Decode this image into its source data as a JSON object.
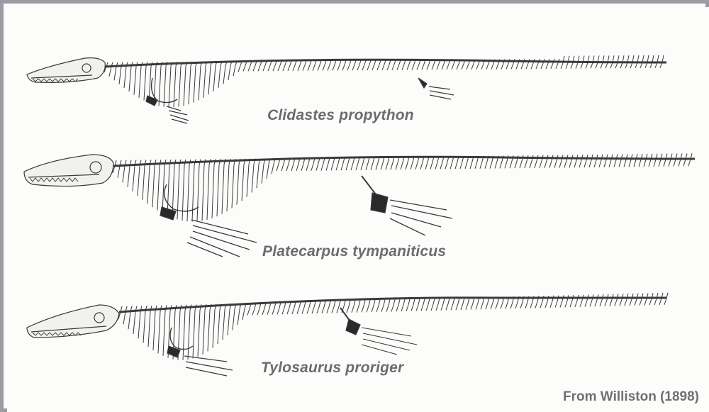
{
  "specimens": [
    {
      "name": "Clidastes propython"
    },
    {
      "name": "Platecarpus tympaniticus"
    },
    {
      "name": "Tylosaurus proriger"
    }
  ],
  "credit": "From Williston (1898)",
  "colors": {
    "background": "#fcfcfa",
    "frame": "#9b9ba3",
    "bone": "#3a3a3c",
    "caption": "#6c6c70"
  }
}
